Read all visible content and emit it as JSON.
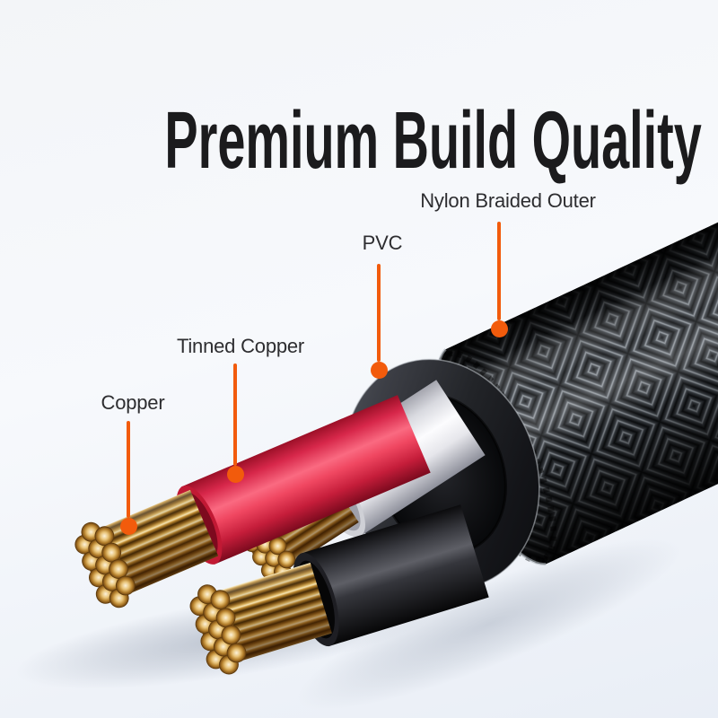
{
  "title": "Premium Build Quality",
  "callouts": [
    {
      "label": "Copper",
      "target": "copper-strands"
    },
    {
      "label": "Tinned Copper",
      "target": "tinned-copper-wire"
    },
    {
      "label": "PVC",
      "target": "pvc-inner-jacket"
    },
    {
      "label": "Nylon Braided Outer",
      "target": "nylon-braided-sheath"
    }
  ],
  "colors": {
    "accent_orange": "#F25B0C",
    "title_text": "#1B1B1D",
    "label_text": "#2D2D30",
    "wire_red": "#EE3D55",
    "wire_white": "#F2F2F4",
    "wire_black": "#141417",
    "copper": "#C8913C",
    "braid_dark": "#131518",
    "braid_highlight": "#9AA1A8",
    "background_top": "#F3F5F8",
    "background_bottom": "#E9EEF6"
  }
}
